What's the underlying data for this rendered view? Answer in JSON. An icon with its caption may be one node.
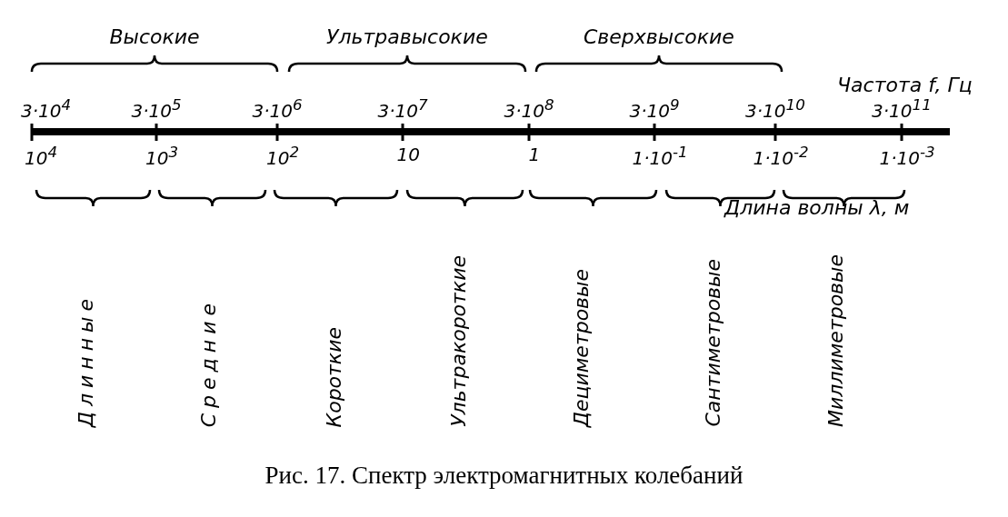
{
  "diagram": {
    "caption": "Рис. 17. Спектр электромагнитных колебаний",
    "labels": [
      "Высокие",
      "Ультравысокие",
      "Сверхвысокие",
      "Частота f, Гц",
      "3·10$^{4}$",
      "3·10$^{5}$",
      "3·10$^{6}$",
      "3·10$^{7}$",
      "3·10$^{8}$",
      "3·10$^{9}$",
      "3·10$^{10}$",
      "3·10$^{11}$",
      "10$^{4}$",
      "10$^{3}$",
      "10$^{2}$",
      "10",
      "1",
      "1·10$^{-1}$",
      "1·10$^{-2}$",
      "1·10$^{-3}$",
      "Длина волны λ, м",
      "Длинные",
      "Средние",
      "Короткие",
      "Ультракороткие",
      "Дециметровые",
      "Сантиметровые",
      "Миллиметровые"
    ]
  }
}
